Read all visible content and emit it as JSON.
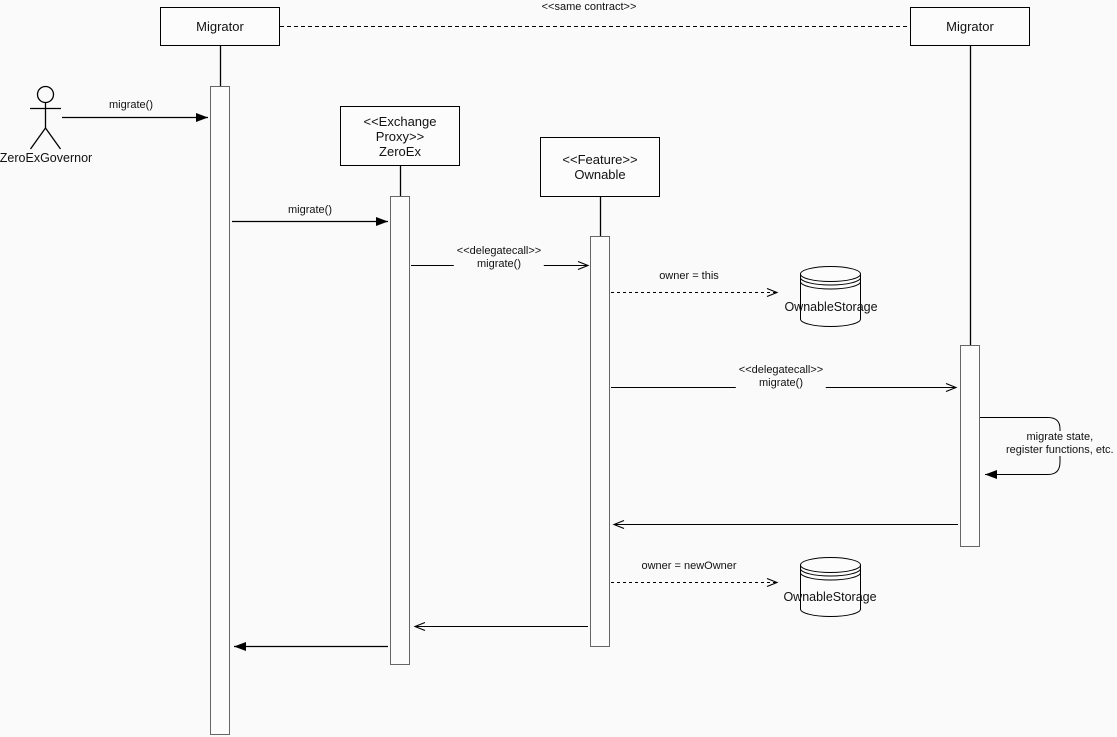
{
  "canvas": {
    "background_color": "#fafafa",
    "line_color": "#000000",
    "activation_bar_border_color": "#666666",
    "shape_fill_color": "#fcfcfc"
  },
  "header": {
    "same_contract_label": "<<same contract>>"
  },
  "actor": {
    "name": "ZeroExGovernor"
  },
  "participants": {
    "migrator_left": {
      "name": "Migrator"
    },
    "exchange_proxy": {
      "stereotype": "<<Exchange Proxy>>",
      "name": "ZeroEx"
    },
    "ownable": {
      "stereotype": "<<Feature>>",
      "name": "Ownable"
    },
    "migrator_right": {
      "name": "Migrator"
    }
  },
  "datastores": {
    "ownable_storage_top": {
      "name": "OwnableStorage"
    },
    "ownable_storage_bottom": {
      "name": "OwnableStorage"
    }
  },
  "messages": {
    "m1_governor_to_migrator": {
      "label": "migrate()"
    },
    "m2_migrator_to_zeroex": {
      "label": "migrate()"
    },
    "m3_zeroex_to_ownable": {
      "stereotype": "<<delegatecall>>",
      "label": "migrate()"
    },
    "m4_owner_this": {
      "label": "owner = this"
    },
    "m5_ownable_to_migrator_right": {
      "stereotype": "<<delegatecall>>",
      "label": "migrate()"
    },
    "m6_self_call": {
      "line1": "migrate state,",
      "line2": "register functions, etc."
    },
    "m7_owner_newowner": {
      "label": "owner = newOwner"
    }
  }
}
